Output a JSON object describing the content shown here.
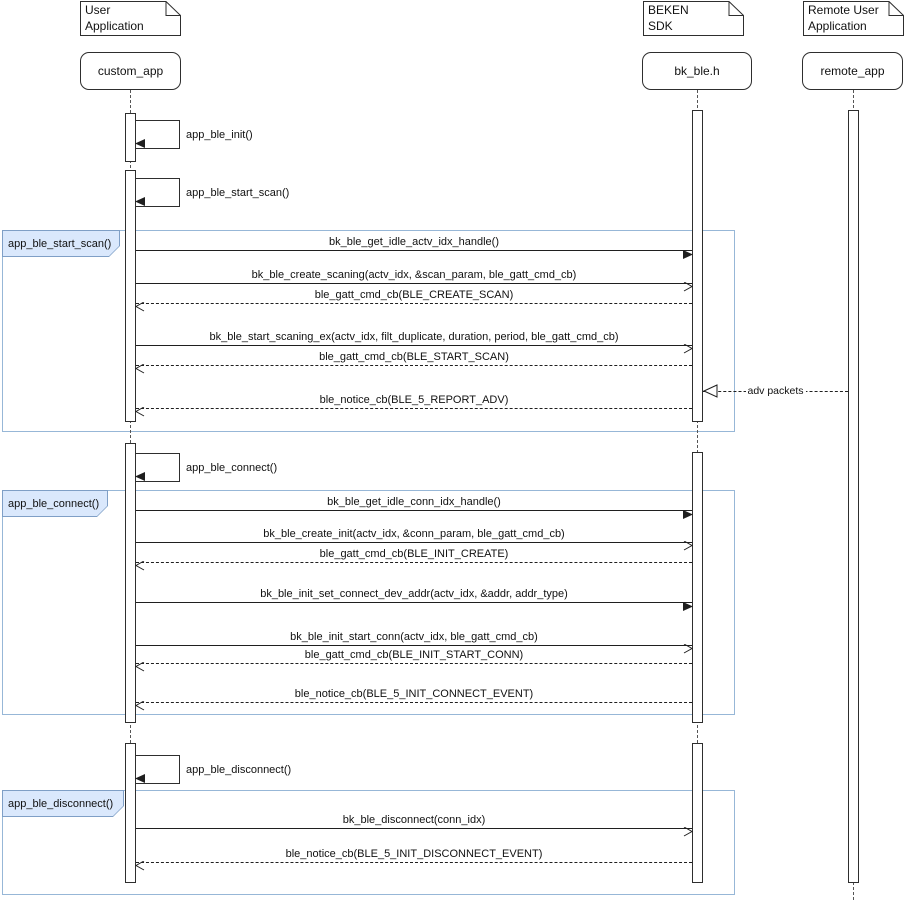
{
  "participants": [
    {
      "note": [
        "User",
        "Application"
      ],
      "name": "custom_app"
    },
    {
      "note": [
        "BEKEN",
        "SDK"
      ],
      "name": "bk_ble.h"
    },
    {
      "note": [
        "Remote User",
        "Application"
      ],
      "name": "remote_app"
    }
  ],
  "self_calls": [
    "app_ble_init()",
    "app_ble_start_scan()",
    "app_ble_connect()",
    "app_ble_disconnect()"
  ],
  "frames": [
    {
      "label": "app_ble_start_scan()",
      "messages": [
        {
          "text": "bk_ble_get_idle_actv_idx_handle()",
          "kind": "call-sync"
        },
        {
          "text": "bk_ble_create_scaning(actv_idx, &scan_param, ble_gatt_cmd_cb)",
          "kind": "call-async"
        },
        {
          "text": "ble_gatt_cmd_cb(BLE_CREATE_SCAN)",
          "kind": "return"
        },
        {
          "text": "bk_ble_start_scaning_ex(actv_idx, filt_duplicate, duration, period, ble_gatt_cmd_cb)",
          "kind": "call-async"
        },
        {
          "text": "ble_gatt_cmd_cb(BLE_START_SCAN)",
          "kind": "return"
        },
        {
          "text": "adv packets",
          "kind": "incoming-from-remote"
        },
        {
          "text": "ble_notice_cb(BLE_5_REPORT_ADV)",
          "kind": "return"
        }
      ]
    },
    {
      "label": "app_ble_connect()",
      "messages": [
        {
          "text": "bk_ble_get_idle_conn_idx_handle()",
          "kind": "call-sync"
        },
        {
          "text": "bk_ble_create_init(actv_idx, &conn_param, ble_gatt_cmd_cb)",
          "kind": "call-async"
        },
        {
          "text": "ble_gatt_cmd_cb(BLE_INIT_CREATE)",
          "kind": "return"
        },
        {
          "text": "bk_ble_init_set_connect_dev_addr(actv_idx, &addr, addr_type)",
          "kind": "call-sync"
        },
        {
          "text": "bk_ble_init_start_conn(actv_idx, ble_gatt_cmd_cb)",
          "kind": "call-async"
        },
        {
          "text": "ble_gatt_cmd_cb(BLE_INIT_START_CONN)",
          "kind": "return"
        },
        {
          "text": "ble_notice_cb(BLE_5_INIT_CONNECT_EVENT)",
          "kind": "return"
        }
      ]
    },
    {
      "label": "app_ble_disconnect()",
      "messages": [
        {
          "text": "bk_ble_disconnect(conn_idx)",
          "kind": "call-async"
        },
        {
          "text": "ble_notice_cb(BLE_5_INIT_DISCONNECT_EVENT)",
          "kind": "return"
        }
      ]
    }
  ],
  "colors": {
    "frame_border": "#97b7d7",
    "frame_label_fill": "#dae8fc",
    "frame_label_border": "#7f9fc6",
    "shape_border": "#2e2e2e",
    "line": "#1f1f1f"
  }
}
